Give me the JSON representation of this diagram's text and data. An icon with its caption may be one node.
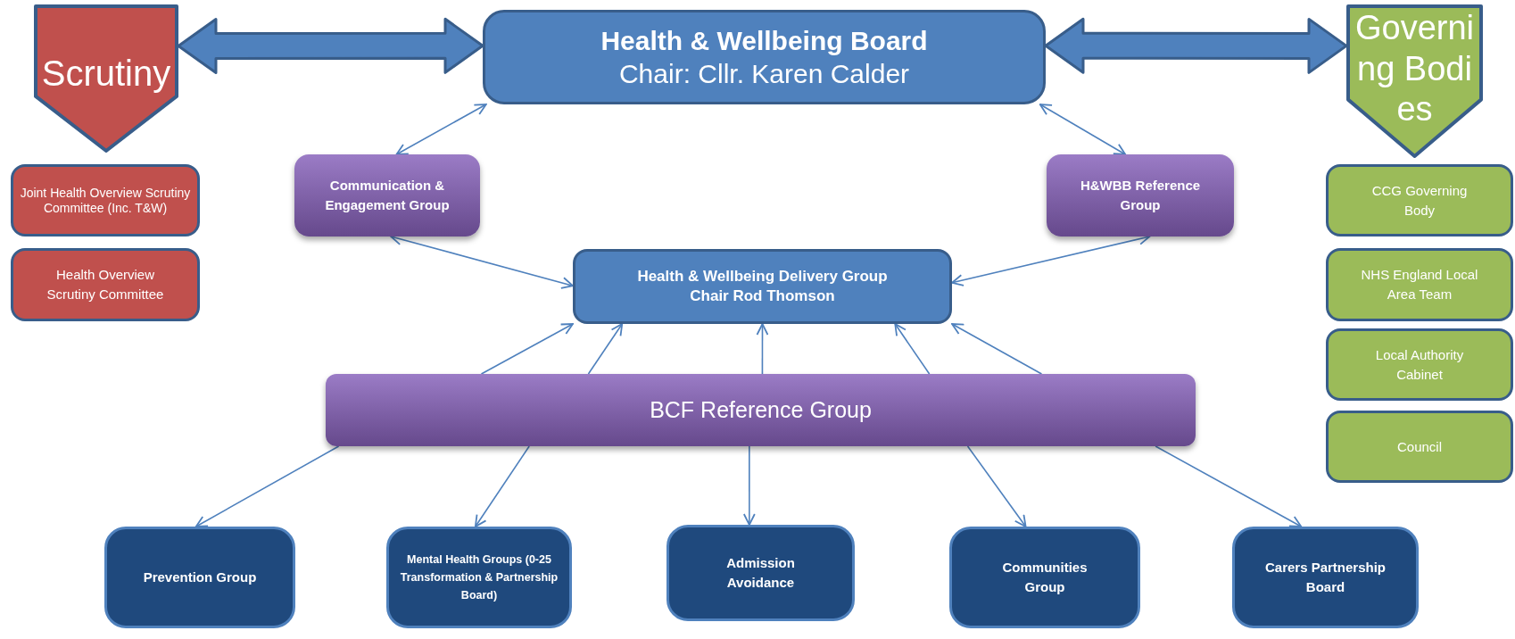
{
  "diagram": {
    "nodes": [
      {
        "text": [
          "Scrutiny"
        ]
      },
      {
        "text": [
          "Health & Wellbeing Board",
          "Chair: Cllr. Karen Calder"
        ]
      },
      {
        "text": [
          "Governing Bodies"
        ]
      },
      {
        "text": [
          "Joint Health Overview Scrutiny Committee (Inc. T&W)"
        ]
      },
      {
        "text": [
          "Health Overview Scrutiny Committee"
        ]
      },
      {
        "text": [
          "Communication & Engagement Group"
        ]
      },
      {
        "text": [
          "H&WBB Reference Group"
        ]
      },
      {
        "text": [
          "CCG Governing Body"
        ]
      },
      {
        "text": [
          "NHS England Local Area Team"
        ]
      },
      {
        "text": [
          "Local Authority Cabinet"
        ]
      },
      {
        "text": [
          "Council"
        ]
      },
      {
        "text": [
          "Health & Wellbeing Delivery Group",
          "Chair Rod Thomson"
        ]
      },
      {
        "text": [
          "BCF Reference Group"
        ]
      },
      {
        "text": [
          "Prevention Group"
        ]
      },
      {
        "text": [
          "Mental Health Groups (0-25 Transformation & Partnership Board)"
        ]
      },
      {
        "text": [
          "Admission Avoidance"
        ]
      },
      {
        "text": [
          "Communities Group"
        ]
      },
      {
        "text": [
          "Carers Partnership Board"
        ]
      }
    ],
    "edges": [
      {
        "from": 0,
        "to": 1,
        "arrow": "both",
        "style": "thick"
      },
      {
        "from": 1,
        "to": 2,
        "arrow": "both",
        "style": "thick"
      },
      {
        "from": 1,
        "to": 5,
        "arrow": "both"
      },
      {
        "from": 1,
        "to": 6,
        "arrow": "both"
      },
      {
        "from": 5,
        "to": 11,
        "arrow": "both"
      },
      {
        "from": 6,
        "to": 11,
        "arrow": "both"
      },
      {
        "from": 12,
        "to": 11,
        "arrow": "to"
      },
      {
        "from": 12,
        "to": 11,
        "arrow": "to"
      },
      {
        "from": 12,
        "to": 11,
        "arrow": "to"
      },
      {
        "from": 12,
        "to": 11,
        "arrow": "to"
      },
      {
        "from": 12,
        "to": 11,
        "arrow": "to"
      },
      {
        "from": 12,
        "to": 13,
        "arrow": "to"
      },
      {
        "from": 12,
        "to": 14,
        "arrow": "to"
      },
      {
        "from": 12,
        "to": 15,
        "arrow": "to"
      },
      {
        "from": 12,
        "to": 16,
        "arrow": "to"
      },
      {
        "from": 12,
        "to": 17,
        "arrow": "to"
      }
    ]
  }
}
